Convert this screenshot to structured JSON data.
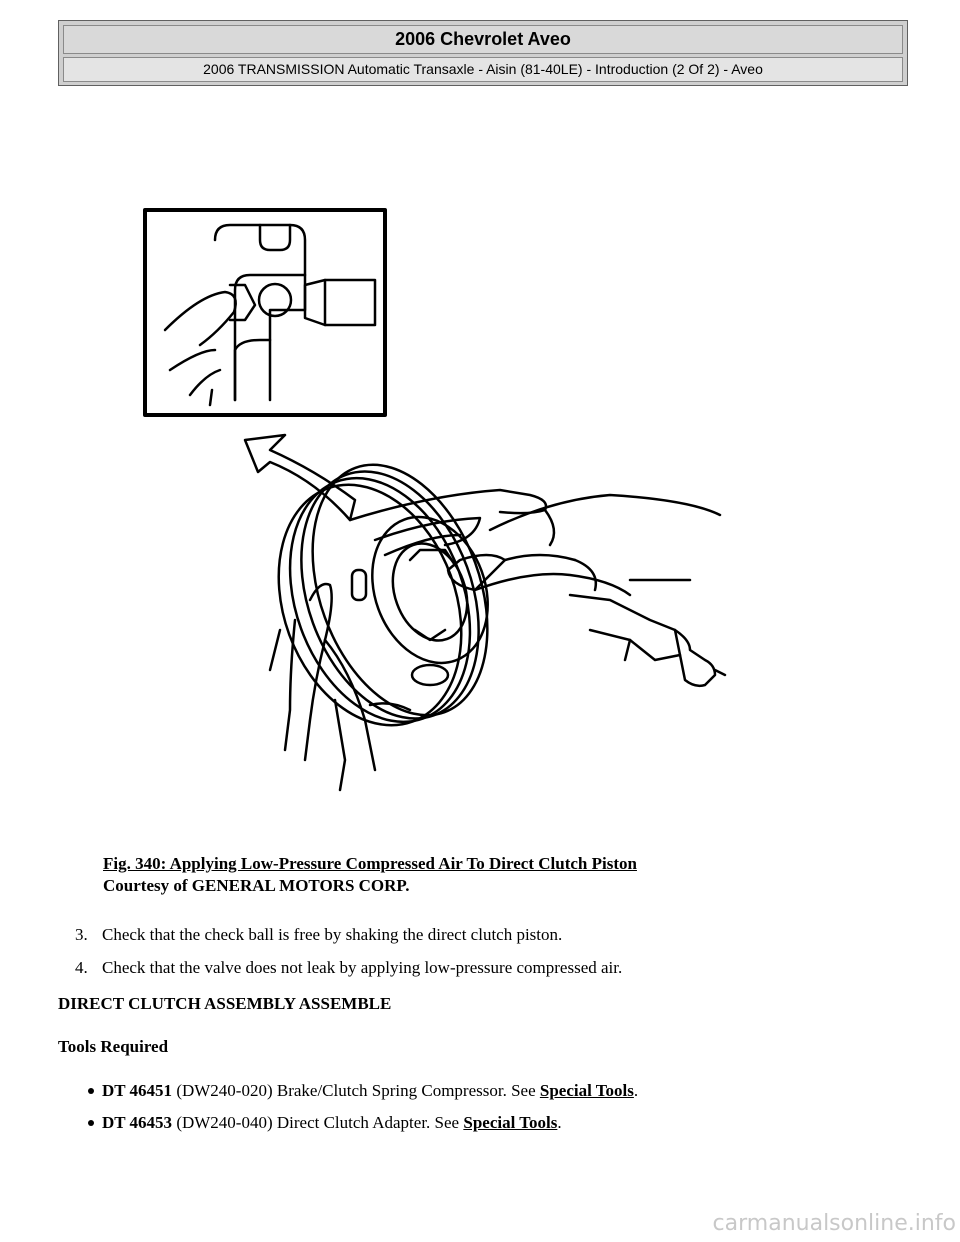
{
  "header": {
    "title": "2006 Chevrolet Aveo",
    "subtitle": "2006 TRANSMISSION Automatic Transaxle - Aisin (81-40LE) - Introduction (2 Of 2) - Aveo"
  },
  "figure": {
    "caption_title": "Fig. 340: Applying Low-Pressure Compressed Air To Direct Clutch Piston",
    "caption_credit": "Courtesy of GENERAL MOTORS CORP."
  },
  "steps": [
    {
      "num": "3.",
      "text": "Check that the check ball is free by shaking the direct clutch piston."
    },
    {
      "num": "4.",
      "text": "Check that the valve does not leak by applying low-pressure compressed air."
    }
  ],
  "section": {
    "heading": "DIRECT CLUTCH ASSEMBLY ASSEMBLE",
    "tools_heading": "Tools Required"
  },
  "tools": [
    {
      "code": "DT 46451",
      "desc": " (DW240-020) Brake/Clutch Spring Compressor. See ",
      "link": "Special Tools",
      "end": "."
    },
    {
      "code": "DT 46453",
      "desc": " (DW240-040) Direct Clutch Adapter. See ",
      "link": "Special Tools",
      "end": "."
    }
  ],
  "watermark": "carmanualsonline.info"
}
